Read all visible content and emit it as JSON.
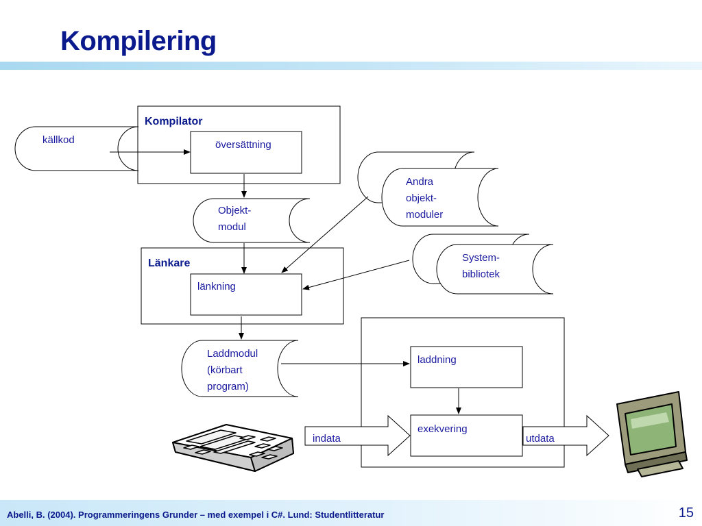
{
  "slide": {
    "title": "Kompilering",
    "footer_citation": "Abelli, B. (2004). Programmeringens Grunder – med exempel i C#. Lund: Studentlitteratur",
    "page_number": "15"
  },
  "diagram": {
    "compiler_group_label": "Kompilator",
    "linker_group_label": "Länkare",
    "source_code": "källkod",
    "translation": "översättning",
    "object_module": [
      "Objekt-",
      "modul"
    ],
    "other_object_modules": [
      "Andra",
      "objekt-",
      "moduler"
    ],
    "system_library": [
      "System-",
      "bibliotek"
    ],
    "linking": "länkning",
    "load_module": [
      "Laddmodul",
      "(körbart",
      "program)"
    ],
    "loading": "laddning",
    "execution": "exekvering",
    "input_data": "indata",
    "output_data": "utdata",
    "icons": [
      "keyboard-icon",
      "monitor-icon"
    ],
    "colors": {
      "group_label": "#0a1a8c",
      "text": "#1a1aa0",
      "line": "#000000"
    }
  }
}
